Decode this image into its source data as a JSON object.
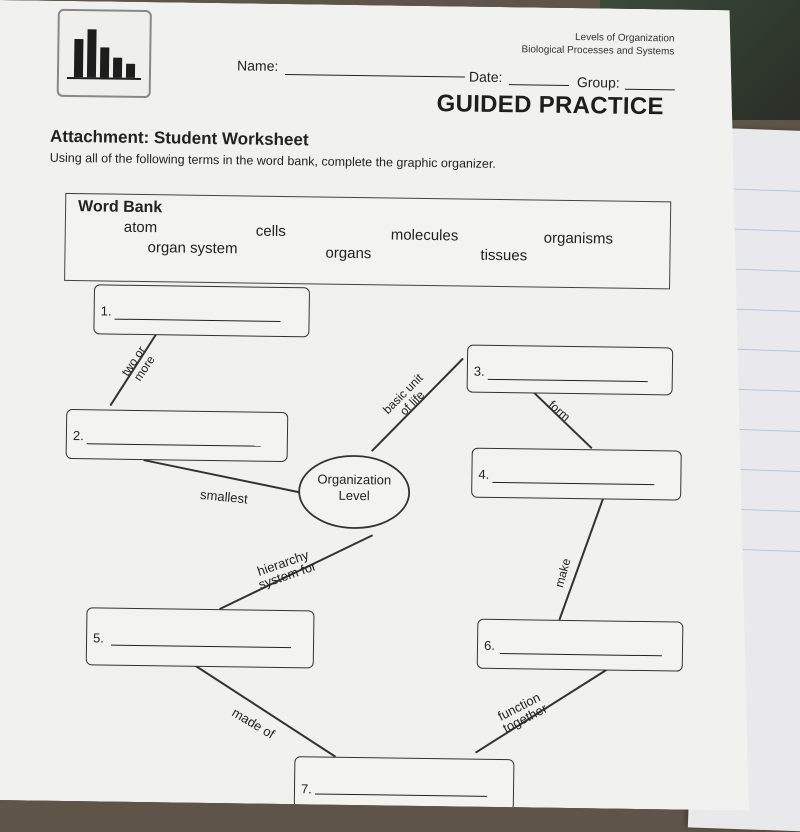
{
  "header": {
    "topic_line1": "Levels of Organization",
    "topic_line2": "Biological Processes and Systems",
    "name_label": "Name:",
    "date_label": "Date:",
    "group_label": "Group:",
    "banner": "GUIDED PRACTICE"
  },
  "attachment": {
    "title": "Attachment: Student Worksheet",
    "instructions": "Using all of the following terms in the word bank, complete the graphic organizer."
  },
  "word_bank": {
    "title": "Word Bank",
    "terms": [
      "atom",
      "cells",
      "molecules",
      "organisms",
      "organ system",
      "organs",
      "tissues"
    ]
  },
  "organizer": {
    "center": [
      "Organization",
      "Level"
    ],
    "boxes": [
      "1.",
      "2.",
      "3.",
      "4.",
      "5.",
      "6.",
      "7."
    ],
    "links": {
      "two_or_more": [
        "two or",
        "more"
      ],
      "basic_unit": [
        "basic unit",
        "of life"
      ],
      "form": "form",
      "smallest": "smallest",
      "make": "make",
      "hierarchy": [
        "hierarchy",
        "system for"
      ],
      "made_of": "made of",
      "function_together": [
        "function",
        "together"
      ]
    }
  }
}
